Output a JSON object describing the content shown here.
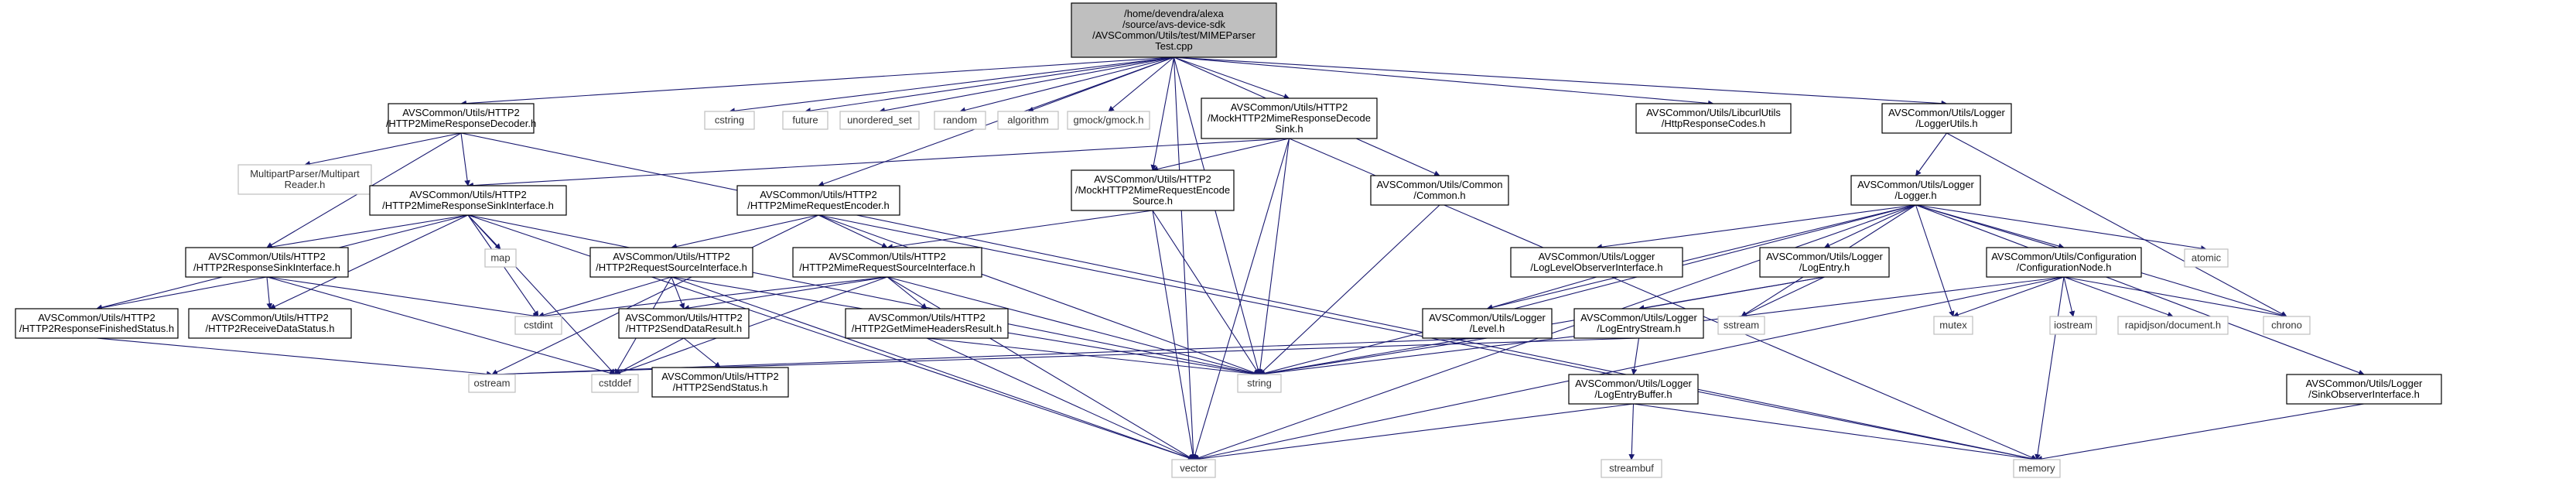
{
  "graph": {
    "nodes": [
      {
        "id": "root",
        "kind": "root",
        "lines": [
          "/home/devendra/alexa",
          "/source/avs-device-sdk",
          "/AVSCommon/Utils/test/MIMEParser",
          "Test.cpp"
        ]
      },
      {
        "id": "mime-decoder",
        "kind": "file",
        "lines": [
          "AVSCommon/Utils/HTTP2",
          "/HTTP2MimeResponseDecoder.h"
        ]
      },
      {
        "id": "cstring",
        "kind": "sys",
        "lines": [
          "cstring"
        ]
      },
      {
        "id": "future",
        "kind": "sys",
        "lines": [
          "future"
        ]
      },
      {
        "id": "unordered-set",
        "kind": "sys",
        "lines": [
          "unordered_set"
        ]
      },
      {
        "id": "random",
        "kind": "sys",
        "lines": [
          "random"
        ]
      },
      {
        "id": "algorithm",
        "kind": "sys",
        "lines": [
          "algorithm"
        ]
      },
      {
        "id": "gmock",
        "kind": "sys",
        "lines": [
          "gmock/gmock.h"
        ]
      },
      {
        "id": "mock-decode-sink",
        "kind": "file",
        "lines": [
          "AVSCommon/Utils/HTTP2",
          "/MockHTTP2MimeResponseDecode",
          "Sink.h"
        ]
      },
      {
        "id": "http-response-codes",
        "kind": "file",
        "lines": [
          "AVSCommon/Utils/LibcurlUtils",
          "/HttpResponseCodes.h"
        ]
      },
      {
        "id": "logger-utils",
        "kind": "file",
        "lines": [
          "AVSCommon/Utils/Logger",
          "/LoggerUtils.h"
        ]
      },
      {
        "id": "multipart-reader",
        "kind": "sys",
        "lines": [
          "MultipartParser/Multipart",
          "Reader.h"
        ]
      },
      {
        "id": "mime-sink-iface",
        "kind": "file",
        "lines": [
          "AVSCommon/Utils/HTTP2",
          "/HTTP2MimeResponseSinkInterface.h"
        ]
      },
      {
        "id": "mime-encoder",
        "kind": "file",
        "lines": [
          "AVSCommon/Utils/HTTP2",
          "/HTTP2MimeRequestEncoder.h"
        ]
      },
      {
        "id": "mock-encode-source",
        "kind": "file",
        "lines": [
          "AVSCommon/Utils/HTTP2",
          "/MockHTTP2MimeRequestEncode",
          "Source.h"
        ]
      },
      {
        "id": "common",
        "kind": "file",
        "lines": [
          "AVSCommon/Utils/Common",
          "/Common.h"
        ]
      },
      {
        "id": "logger",
        "kind": "file",
        "lines": [
          "AVSCommon/Utils/Logger",
          "/Logger.h"
        ]
      },
      {
        "id": "map",
        "kind": "sys",
        "lines": [
          "map"
        ]
      },
      {
        "id": "response-sink-iface",
        "kind": "file",
        "lines": [
          "AVSCommon/Utils/HTTP2",
          "/HTTP2ResponseSinkInterface.h"
        ]
      },
      {
        "id": "request-source-iface",
        "kind": "file",
        "lines": [
          "AVSCommon/Utils/HTTP2",
          "/HTTP2RequestSourceInterface.h"
        ]
      },
      {
        "id": "mime-request-source-iface",
        "kind": "file",
        "lines": [
          "AVSCommon/Utils/HTTP2",
          "/HTTP2MimeRequestSourceInterface.h"
        ]
      },
      {
        "id": "log-level-observer",
        "kind": "file",
        "lines": [
          "AVSCommon/Utils/Logger",
          "/LogLevelObserverInterface.h"
        ]
      },
      {
        "id": "log-entry",
        "kind": "file",
        "lines": [
          "AVSCommon/Utils/Logger",
          "/LogEntry.h"
        ]
      },
      {
        "id": "configuration-node",
        "kind": "file",
        "lines": [
          "AVSCommon/Utils/Configuration",
          "/ConfigurationNode.h"
        ]
      },
      {
        "id": "atomic",
        "kind": "sys",
        "lines": [
          "atomic"
        ]
      },
      {
        "id": "response-finished-status",
        "kind": "file",
        "lines": [
          "AVSCommon/Utils/HTTP2",
          "/HTTP2ResponseFinishedStatus.h"
        ]
      },
      {
        "id": "receive-data-status",
        "kind": "file",
        "lines": [
          "AVSCommon/Utils/HTTP2",
          "/HTTP2ReceiveDataStatus.h"
        ]
      },
      {
        "id": "cstdint",
        "kind": "sys",
        "lines": [
          "cstdint"
        ]
      },
      {
        "id": "send-data-result",
        "kind": "file",
        "lines": [
          "AVSCommon/Utils/HTTP2",
          "/HTTP2SendDataResult.h"
        ]
      },
      {
        "id": "get-mime-headers-result",
        "kind": "file",
        "lines": [
          "AVSCommon/Utils/HTTP2",
          "/HTTP2GetMimeHeadersResult.h"
        ]
      },
      {
        "id": "level",
        "kind": "file",
        "lines": [
          "AVSCommon/Utils/Logger",
          "/Level.h"
        ]
      },
      {
        "id": "log-entry-stream",
        "kind": "file",
        "lines": [
          "AVSCommon/Utils/Logger",
          "/LogEntryStream.h"
        ]
      },
      {
        "id": "sstream",
        "kind": "sys",
        "lines": [
          "sstream"
        ]
      },
      {
        "id": "mutex",
        "kind": "sys",
        "lines": [
          "mutex"
        ]
      },
      {
        "id": "iostream",
        "kind": "sys",
        "lines": [
          "iostream"
        ]
      },
      {
        "id": "rapidjson",
        "kind": "sys",
        "lines": [
          "rapidjson/document.h"
        ]
      },
      {
        "id": "chrono",
        "kind": "sys",
        "lines": [
          "chrono"
        ]
      },
      {
        "id": "ostream",
        "kind": "sys",
        "lines": [
          "ostream"
        ]
      },
      {
        "id": "cstddef",
        "kind": "sys",
        "lines": [
          "cstddef"
        ]
      },
      {
        "id": "send-status",
        "kind": "file",
        "lines": [
          "AVSCommon/Utils/HTTP2",
          "/HTTP2SendStatus.h"
        ]
      },
      {
        "id": "string",
        "kind": "sys",
        "lines": [
          "string"
        ]
      },
      {
        "id": "log-entry-buffer",
        "kind": "file",
        "lines": [
          "AVSCommon/Utils/Logger",
          "/LogEntryBuffer.h"
        ]
      },
      {
        "id": "sink-observer",
        "kind": "file",
        "lines": [
          "AVSCommon/Utils/Logger",
          "/SinkObserverInterface.h"
        ]
      },
      {
        "id": "vector",
        "kind": "sys",
        "lines": [
          "vector"
        ]
      },
      {
        "id": "memory",
        "kind": "sys",
        "lines": [
          "memory"
        ]
      },
      {
        "id": "streambuf",
        "kind": "sys",
        "lines": [
          "streambuf"
        ]
      }
    ],
    "edges": [
      [
        "root",
        "mime-decoder"
      ],
      [
        "root",
        "cstring"
      ],
      [
        "root",
        "future"
      ],
      [
        "root",
        "unordered-set"
      ],
      [
        "root",
        "random"
      ],
      [
        "root",
        "algorithm"
      ],
      [
        "root",
        "gmock"
      ],
      [
        "root",
        "mock-decode-sink"
      ],
      [
        "root",
        "http-response-codes"
      ],
      [
        "root",
        "logger-utils"
      ],
      [
        "root",
        "mime-encoder"
      ],
      [
        "root",
        "mock-encode-source"
      ],
      [
        "root",
        "common"
      ],
      [
        "root",
        "string"
      ],
      [
        "root",
        "vector"
      ],
      [
        "mime-decoder",
        "multipart-reader"
      ],
      [
        "mime-decoder",
        "mime-sink-iface"
      ],
      [
        "mime-decoder",
        "response-sink-iface"
      ],
      [
        "mime-decoder",
        "memory"
      ],
      [
        "mock-decode-sink",
        "mime-sink-iface"
      ],
      [
        "mock-decode-sink",
        "mock-encode-source"
      ],
      [
        "mock-decode-sink",
        "string"
      ],
      [
        "mock-decode-sink",
        "vector"
      ],
      [
        "mock-decode-sink",
        "memory"
      ],
      [
        "logger-utils",
        "logger"
      ],
      [
        "logger-utils",
        "chrono"
      ],
      [
        "mime-sink-iface",
        "map"
      ],
      [
        "mime-sink-iface",
        "cstdint"
      ],
      [
        "mime-sink-iface",
        "response-sink-iface"
      ],
      [
        "mime-sink-iface",
        "response-finished-status"
      ],
      [
        "mime-sink-iface",
        "receive-data-status"
      ],
      [
        "mime-sink-iface",
        "string"
      ],
      [
        "mime-sink-iface",
        "cstddef"
      ],
      [
        "mime-sink-iface",
        "vector"
      ],
      [
        "mime-encoder",
        "request-source-iface"
      ],
      [
        "mime-encoder",
        "mime-request-source-iface"
      ],
      [
        "mime-encoder",
        "ostream"
      ],
      [
        "mime-encoder",
        "string"
      ],
      [
        "mime-encoder",
        "memory"
      ],
      [
        "mock-encode-source",
        "mime-request-source-iface"
      ],
      [
        "mock-encode-source",
        "string"
      ],
      [
        "mock-encode-source",
        "vector"
      ],
      [
        "common",
        "string"
      ],
      [
        "logger",
        "log-level-observer"
      ],
      [
        "logger",
        "log-entry"
      ],
      [
        "logger",
        "configuration-node"
      ],
      [
        "logger",
        "atomic"
      ],
      [
        "logger",
        "level"
      ],
      [
        "logger",
        "sstream"
      ],
      [
        "logger",
        "mutex"
      ],
      [
        "logger",
        "chrono"
      ],
      [
        "logger",
        "sink-observer"
      ],
      [
        "logger",
        "string"
      ],
      [
        "logger",
        "vector"
      ],
      [
        "response-sink-iface",
        "response-finished-status"
      ],
      [
        "response-sink-iface",
        "receive-data-status"
      ],
      [
        "response-sink-iface",
        "cstdint"
      ],
      [
        "response-sink-iface",
        "cstddef"
      ],
      [
        "request-source-iface",
        "cstdint"
      ],
      [
        "request-source-iface",
        "send-data-result"
      ],
      [
        "request-source-iface",
        "cstddef"
      ],
      [
        "request-source-iface",
        "string"
      ],
      [
        "request-source-iface",
        "vector"
      ],
      [
        "mime-request-source-iface",
        "cstdint"
      ],
      [
        "mime-request-source-iface",
        "send-data-result"
      ],
      [
        "mime-request-source-iface",
        "get-mime-headers-result"
      ],
      [
        "mime-request-source-iface",
        "string"
      ],
      [
        "mime-request-source-iface",
        "cstddef"
      ],
      [
        "mime-request-source-iface",
        "vector"
      ],
      [
        "log-level-observer",
        "level"
      ],
      [
        "log-entry",
        "log-entry-stream"
      ],
      [
        "log-entry",
        "sstream"
      ],
      [
        "log-entry",
        "string"
      ],
      [
        "configuration-node",
        "mutex"
      ],
      [
        "configuration-node",
        "iostream"
      ],
      [
        "configuration-node",
        "rapidjson"
      ],
      [
        "configuration-node",
        "chrono"
      ],
      [
        "configuration-node",
        "string"
      ],
      [
        "configuration-node",
        "vector"
      ],
      [
        "configuration-node",
        "memory"
      ],
      [
        "response-finished-status",
        "ostream"
      ],
      [
        "send-data-result",
        "send-status"
      ],
      [
        "send-data-result",
        "cstddef"
      ],
      [
        "get-mime-headers-result",
        "string"
      ],
      [
        "get-mime-headers-result",
        "vector"
      ],
      [
        "level",
        "string"
      ],
      [
        "level",
        "ostream"
      ],
      [
        "log-entry-stream",
        "log-entry-buffer"
      ],
      [
        "log-entry-stream",
        "ostream"
      ],
      [
        "log-entry-buffer",
        "streambuf"
      ],
      [
        "log-entry-buffer",
        "vector"
      ],
      [
        "log-entry-buffer",
        "memory"
      ],
      [
        "sink-observer",
        "memory"
      ]
    ]
  }
}
